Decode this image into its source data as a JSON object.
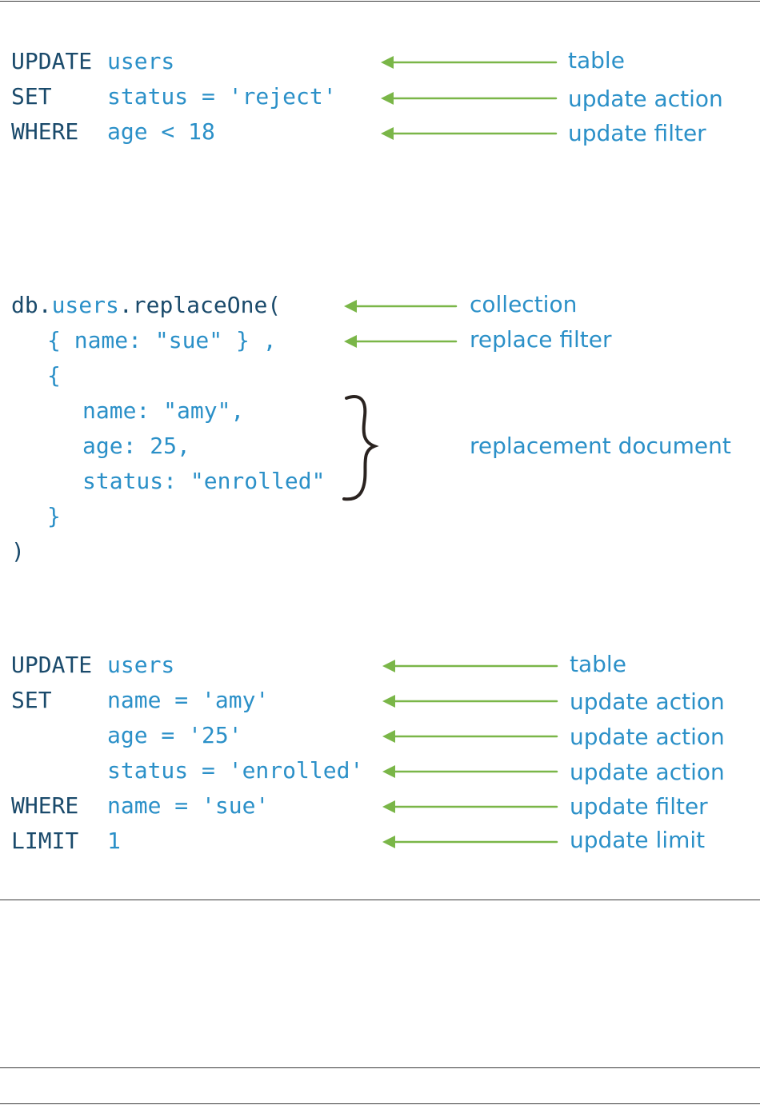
{
  "colors": {
    "keyword": "#1a4a6b",
    "value": "#2b90c8",
    "label": "#2b90c8",
    "arrow": "#7ab648",
    "brace": "#2a2320",
    "rule": "#3a3a3a"
  },
  "sql_reject": {
    "line1": {
      "kw": "UPDATE",
      "val": "users"
    },
    "line2": {
      "kw": "SET",
      "val": "status = 'reject'"
    },
    "line3": {
      "kw": "WHERE",
      "val": "age < 18"
    },
    "labels": [
      "table",
      "update action",
      "update filter"
    ]
  },
  "mongo": {
    "line1": {
      "prefix": "db.",
      "collection": "users",
      "method": ".replaceOne("
    },
    "line2": "{ name: \"sue\" } ,",
    "line3": "{",
    "line4": "name: \"amy\",",
    "line5": "age: 25,",
    "line6": "status: \"enrolled\"",
    "line7": "}",
    "line8": ")",
    "labels": {
      "collection": "collection",
      "filter": "replace filter",
      "document": "replacement document"
    }
  },
  "sql_replace": {
    "line1": {
      "kw": "UPDATE",
      "val": "users"
    },
    "line2": {
      "kw": "SET",
      "val": "name = 'amy'"
    },
    "line3": {
      "val": "age = '25'"
    },
    "line4": {
      "val": "status = 'enrolled'"
    },
    "line5": {
      "kw": "WHERE",
      "val": "name = 'sue'"
    },
    "line6": {
      "kw": "LIMIT",
      "val": "1"
    },
    "labels": [
      "table",
      "update action",
      "update action",
      "update action",
      "update filter",
      "update limit"
    ]
  }
}
